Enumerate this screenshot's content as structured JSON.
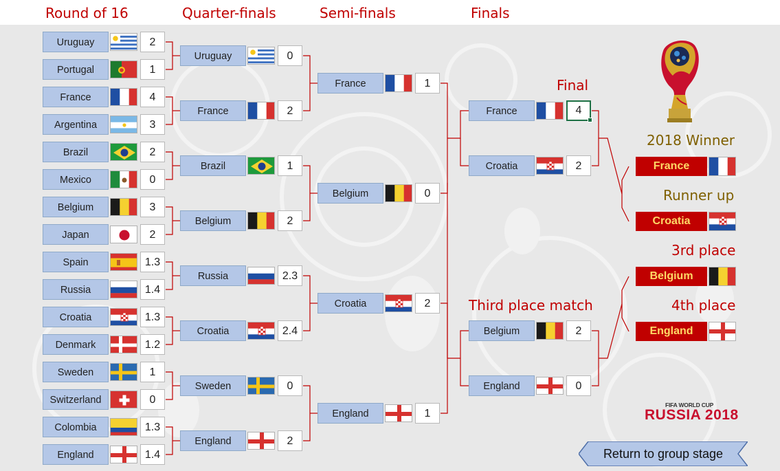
{
  "headers": {
    "round16": "Round of 16",
    "quarter": "Quarter-finals",
    "semi": "Semi-finals",
    "finals": "Finals"
  },
  "round16": [
    {
      "team": "Uruguay",
      "flag": "uruguay",
      "score": "2"
    },
    {
      "team": "Portugal",
      "flag": "portugal",
      "score": "1"
    },
    {
      "team": "France",
      "flag": "france",
      "score": "4"
    },
    {
      "team": "Argentina",
      "flag": "argentina",
      "score": "3"
    },
    {
      "team": "Brazil",
      "flag": "brazil",
      "score": "2"
    },
    {
      "team": "Mexico",
      "flag": "mexico",
      "score": "0"
    },
    {
      "team": "Belgium",
      "flag": "belgium",
      "score": "3"
    },
    {
      "team": "Japan",
      "flag": "japan",
      "score": "2"
    },
    {
      "team": "Spain",
      "flag": "spain",
      "score": "1.3"
    },
    {
      "team": "Russia",
      "flag": "russia",
      "score": "1.4"
    },
    {
      "team": "Croatia",
      "flag": "croatia",
      "score": "1.3"
    },
    {
      "team": "Denmark",
      "flag": "denmark",
      "score": "1.2"
    },
    {
      "team": "Sweden",
      "flag": "sweden",
      "score": "1"
    },
    {
      "team": "Switzerland",
      "flag": "switzerland",
      "score": "0"
    },
    {
      "team": "Colombia",
      "flag": "colombia",
      "score": "1.3"
    },
    {
      "team": "England",
      "flag": "england",
      "score": "1.4"
    }
  ],
  "quarter": [
    {
      "team": "Uruguay",
      "flag": "uruguay",
      "score": "0"
    },
    {
      "team": "France",
      "flag": "france",
      "score": "2"
    },
    {
      "team": "Brazil",
      "flag": "brazil",
      "score": "1"
    },
    {
      "team": "Belgium",
      "flag": "belgium",
      "score": "2"
    },
    {
      "team": "Russia",
      "flag": "russia",
      "score": "2.3"
    },
    {
      "team": "Croatia",
      "flag": "croatia",
      "score": "2.4"
    },
    {
      "team": "Sweden",
      "flag": "sweden",
      "score": "0"
    },
    {
      "team": "England",
      "flag": "england",
      "score": "2"
    }
  ],
  "semi": [
    {
      "team": "France",
      "flag": "france",
      "score": "1"
    },
    {
      "team": "Belgium",
      "flag": "belgium",
      "score": "0"
    },
    {
      "team": "Croatia",
      "flag": "croatia",
      "score": "2"
    },
    {
      "team": "England",
      "flag": "england",
      "score": "1"
    }
  ],
  "final": {
    "label": "Final",
    "teams": [
      {
        "team": "France",
        "flag": "france",
        "score": "4"
      },
      {
        "team": "Croatia",
        "flag": "croatia",
        "score": "2"
      }
    ]
  },
  "third_place": {
    "label": "Third place match",
    "teams": [
      {
        "team": "Belgium",
        "flag": "belgium",
        "score": "2"
      },
      {
        "team": "England",
        "flag": "england",
        "score": "0"
      }
    ]
  },
  "results": {
    "winner_label": "2018 Winner",
    "winner": {
      "team": "France",
      "flag": "france"
    },
    "runner_label": "Runner up",
    "runner": {
      "team": "Croatia",
      "flag": "croatia"
    },
    "third_label": "3rd place",
    "third": {
      "team": "Belgium",
      "flag": "belgium"
    },
    "fourth_label": "4th place",
    "fourth": {
      "team": "England",
      "flag": "england"
    }
  },
  "logo": {
    "small": "FIFA WORLD CUP",
    "big": "RUSSIA 2018"
  },
  "return_button": {
    "label": "Return to group stage"
  },
  "colors": {
    "accent_red": "#c00000",
    "team_box": "#b4c7e7",
    "result_text": "#ffd966",
    "gold_label": "#7f6000",
    "selection_green": "#1e7145"
  }
}
